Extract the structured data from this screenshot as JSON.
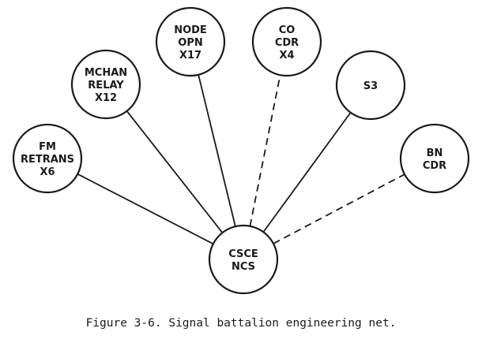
{
  "diagram": {
    "caption": "Figure 3-6. Signal battalion engineering net.",
    "hub": {
      "id": "csce",
      "lines": [
        "CSCE",
        "NCS"
      ]
    },
    "nodes": [
      {
        "id": "fm-retrans",
        "lines": [
          "FM",
          "RETRANS",
          "X6"
        ],
        "link": "solid"
      },
      {
        "id": "mchan-relay",
        "lines": [
          "MCHAN",
          "RELAY",
          "X12"
        ],
        "link": "solid"
      },
      {
        "id": "node-opn",
        "lines": [
          "NODE",
          "OPN",
          "X17"
        ],
        "link": "solid"
      },
      {
        "id": "co-cdr",
        "lines": [
          "CO",
          "CDR",
          "X4"
        ],
        "link": "dashed"
      },
      {
        "id": "s3",
        "lines": [
          "S3"
        ],
        "link": "solid"
      },
      {
        "id": "bn-cdr",
        "lines": [
          "BN",
          "CDR"
        ],
        "link": "dashed"
      }
    ]
  }
}
